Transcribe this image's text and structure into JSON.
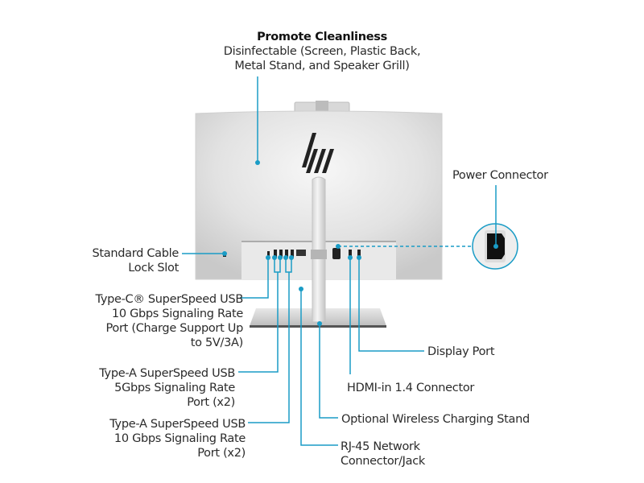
{
  "diagram": {
    "product_logo": "hp",
    "accent_color": "#1a9cc6",
    "callouts": {
      "cleanliness": {
        "title": "Promote Cleanliness",
        "lines": [
          "Disinfectable (Screen, Plastic Back,",
          "Metal Stand, and Speaker Grill)"
        ]
      },
      "power": {
        "lines": [
          "Power Connector"
        ]
      },
      "lock": {
        "lines": [
          "Standard Cable",
          "Lock Slot"
        ]
      },
      "usbc": {
        "lines": [
          "Type-C® SuperSpeed USB",
          "10 Gbps Signaling Rate",
          "Port (Charge Support Up",
          "to 5V/3A)"
        ]
      },
      "usba5": {
        "lines": [
          "Type-A SuperSpeed USB",
          "5Gbps Signaling Rate",
          "Port (x2)"
        ]
      },
      "usba10": {
        "lines": [
          "Type-A SuperSpeed USB",
          "10 Gbps Signaling Rate",
          "Port (x2)"
        ]
      },
      "displayport": {
        "lines": [
          "Display Port"
        ]
      },
      "hdmi": {
        "lines": [
          "HDMI-in 1.4 Connector"
        ]
      },
      "wireless": {
        "lines": [
          "Optional Wireless Charging Stand"
        ]
      },
      "rj45": {
        "lines": [
          "RJ-45 Network",
          "Connector/Jack"
        ]
      }
    }
  }
}
